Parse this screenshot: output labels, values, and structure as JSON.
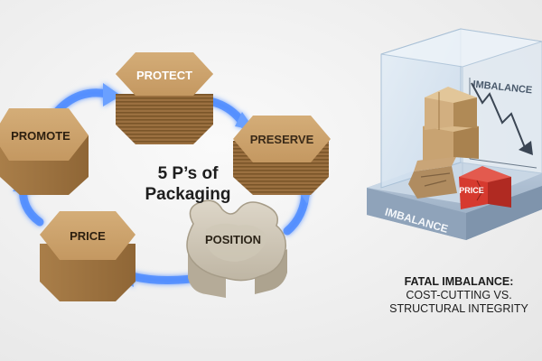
{
  "cycle": {
    "title_line1": "5 P’s of",
    "title_line2": "Packaging",
    "items": {
      "protect": "PROTECT",
      "preserve": "PRESERVE",
      "position": "POSITION",
      "price": "PRICE",
      "promote": "PROMOTE"
    }
  },
  "imbalance_panel": {
    "chart_label": "IMBALANCE",
    "base_label": "IMBALANCE",
    "price_cube_label": "PRICE"
  },
  "caption": {
    "line1": "FATAL IMBALANCE:",
    "line2": "COST-CUTTING VS.",
    "line3": "STRUCTURAL INTEGRITY"
  },
  "colors": {
    "cardboard_top": "#c8a06b",
    "cardboard_side": "#a87d48",
    "arrow_glow": "#3a7bff",
    "price_cube": "#d63a2f",
    "glass": "#cfe0ef"
  }
}
